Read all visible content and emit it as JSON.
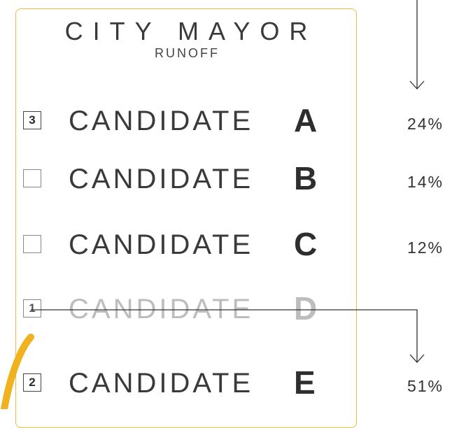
{
  "ballot": {
    "title": "CITY MAYOR",
    "subtitle": "RUNOFF",
    "candidate_word": "CANDIDATE",
    "candidates": [
      {
        "letter": "A",
        "rank": "3",
        "share": "24%"
      },
      {
        "letter": "B",
        "rank": "",
        "share": "14%"
      },
      {
        "letter": "C",
        "rank": "",
        "share": "12%"
      },
      {
        "letter": "D",
        "rank": "1",
        "share": "",
        "eliminated": true
      },
      {
        "letter": "E",
        "rank": "2",
        "share": "51%"
      }
    ]
  },
  "colors": {
    "ballot_border": "#eebd3b",
    "pen_stroke": "#f0b31f",
    "eliminated_text": "#bdbdbd"
  }
}
